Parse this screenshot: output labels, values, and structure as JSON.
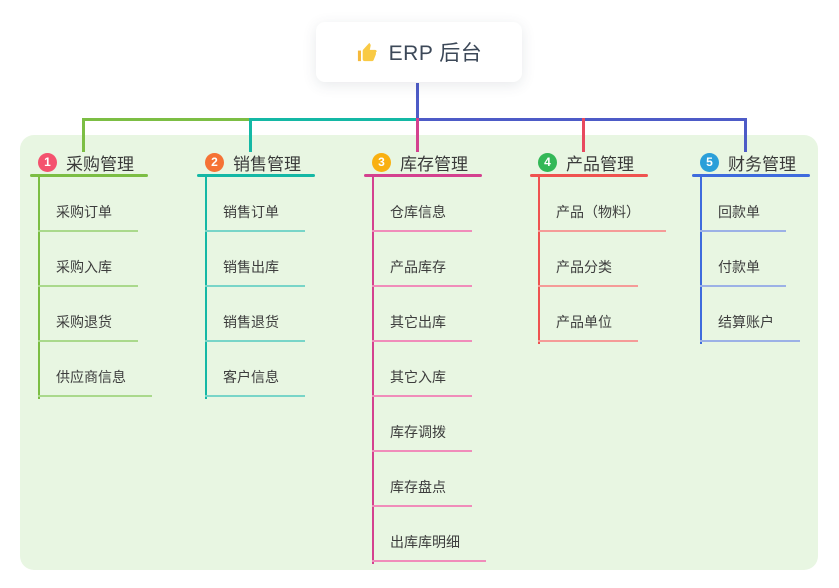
{
  "root": {
    "label": "ERP 后台",
    "icon": "thumbs-up-icon",
    "trunk_color": "#4d5bc7"
  },
  "panel_color": "#e8f6e2",
  "branches": [
    {
      "number": "1",
      "label": "采购管理",
      "badge_color": "#f4526e",
      "line_color": "#7cbe44",
      "item_line_color": "#aad98c",
      "connector_color": "#7cbe44",
      "items": [
        "采购订单",
        "采购入库",
        "采购退货",
        "供应商信息"
      ]
    },
    {
      "number": "2",
      "label": "销售管理",
      "badge_color": "#f57235",
      "line_color": "#14b8a5",
      "item_line_color": "#78d5c8",
      "connector_color": "#14b8a5",
      "items": [
        "销售订单",
        "销售出库",
        "销售退货",
        "客户信息"
      ]
    },
    {
      "number": "3",
      "label": "库存管理",
      "badge_color": "#f9b011",
      "line_color": "#d4418f",
      "item_line_color": "#f08cba",
      "connector_color": "#d4418f",
      "items": [
        "仓库信息",
        "产品库存",
        "其它出库",
        "其它入库",
        "库存调拨",
        "库存盘点",
        "出库库明细"
      ]
    },
    {
      "number": "4",
      "label": "产品管理",
      "badge_color": "#33b857",
      "line_color": "#ef5350",
      "item_line_color": "#f59b98",
      "connector_color": "#e8495f",
      "items": [
        "产品（物料）",
        "产品分类",
        "产品单位"
      ]
    },
    {
      "number": "5",
      "label": "财务管理",
      "badge_color": "#2b9fd9",
      "line_color": "#3e6bdd",
      "item_line_color": "#9cb1e6",
      "connector_color": "#4d5bc7",
      "items": [
        "回款单",
        "付款单",
        "结算账户"
      ]
    }
  ]
}
